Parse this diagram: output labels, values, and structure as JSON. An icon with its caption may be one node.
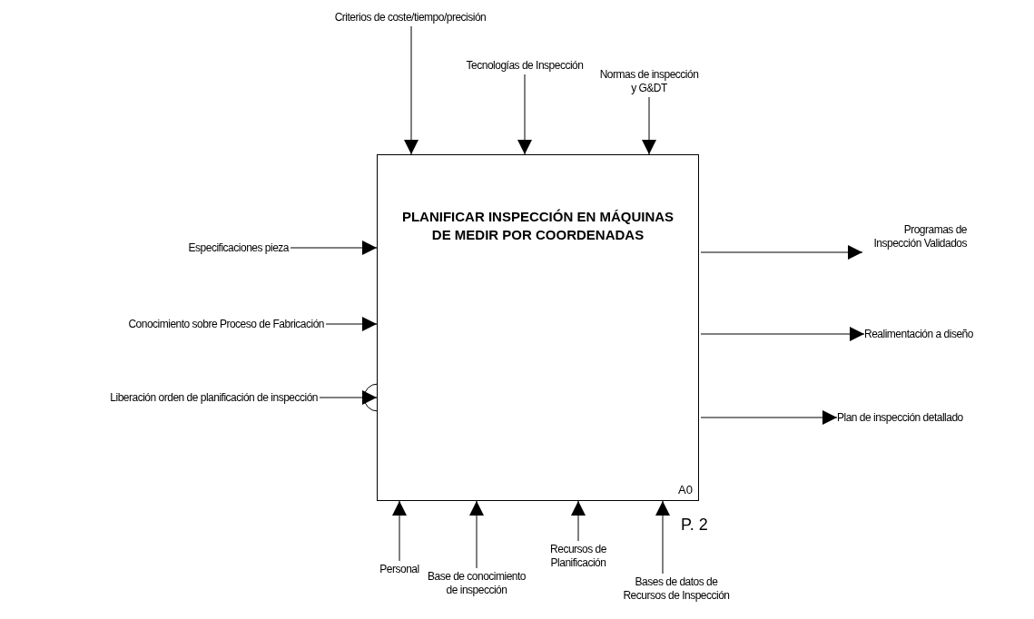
{
  "diagram": {
    "nodes": [
      {
        "text": [
          "PLANIFICAR INSPECCIÓN EN MÁQUINAS DE MEDIR POR COORDENADAS",
          "A0"
        ]
      },
      {
        "text": [
          "Criterios de coste/tiempo/precisión"
        ]
      },
      {
        "text": [
          "Tecnologías de Inspección"
        ]
      },
      {
        "text": [
          "Normas de inspección y G&DT"
        ]
      },
      {
        "text": [
          "Especificaciones pieza"
        ]
      },
      {
        "text": [
          "Conocimiento sobre Proceso de Fabricación"
        ]
      },
      {
        "text": [
          "Liberación orden de planificación de inspección"
        ]
      },
      {
        "text": [
          "Programas de Inspección Validados"
        ]
      },
      {
        "text": [
          "Realimentación a diseño"
        ]
      },
      {
        "text": [
          "Plan de inspección detallado"
        ]
      },
      {
        "text": [
          "Personal"
        ]
      },
      {
        "text": [
          "Base de conocimiento de inspección"
        ]
      },
      {
        "text": [
          "Recursos de Planificación"
        ]
      },
      {
        "text": [
          "Bases de datos de Recursos de Inspección"
        ]
      }
    ],
    "edges": [
      {
        "from": 1,
        "to": 0,
        "arrow": "to"
      },
      {
        "from": 2,
        "to": 0,
        "arrow": "to"
      },
      {
        "from": 3,
        "to": 0,
        "arrow": "to"
      },
      {
        "from": 4,
        "to": 0,
        "arrow": "to"
      },
      {
        "from": 5,
        "to": 0,
        "arrow": "to"
      },
      {
        "from": 6,
        "to": 0,
        "arrow": "to"
      },
      {
        "from": 0,
        "to": 7,
        "arrow": "to"
      },
      {
        "from": 0,
        "to": 8,
        "arrow": "to"
      },
      {
        "from": 0,
        "to": 9,
        "arrow": "to"
      },
      {
        "from": 10,
        "to": 0,
        "arrow": "to"
      },
      {
        "from": 11,
        "to": 0,
        "arrow": "to"
      },
      {
        "from": 12,
        "to": 0,
        "arrow": "to"
      },
      {
        "from": 13,
        "to": 0,
        "arrow": "to"
      }
    ],
    "labels": [
      "P. 2"
    ]
  }
}
